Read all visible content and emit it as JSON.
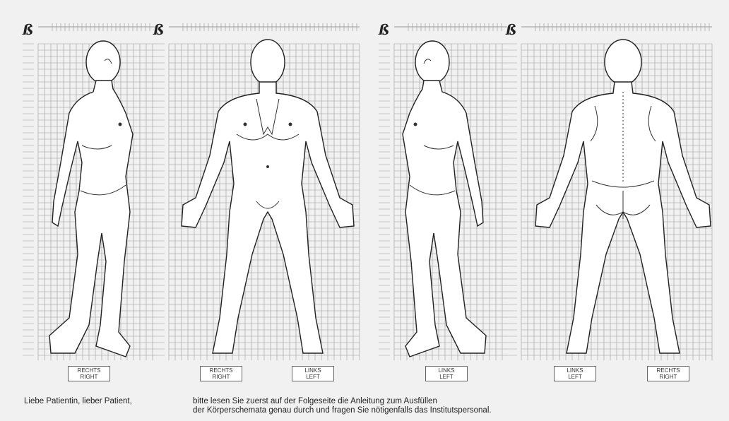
{
  "logo_glyph": "ß",
  "panels": [
    {
      "view": "side-right",
      "labels": [
        {
          "de": "RECHTS",
          "en": "RIGHT"
        }
      ]
    },
    {
      "view": "front",
      "labels": [
        {
          "de": "RECHTS",
          "en": "RIGHT"
        },
        {
          "de": "LINKS",
          "en": "LEFT"
        }
      ]
    },
    {
      "view": "side-left",
      "labels": [
        {
          "de": "LINKS",
          "en": "LEFT"
        }
      ]
    },
    {
      "view": "back",
      "labels": [
        {
          "de": "LINKS",
          "en": "LEFT"
        },
        {
          "de": "RECHTS",
          "en": "RIGHT"
        }
      ]
    }
  ],
  "footer": {
    "greeting": "Liebe Patientin, lieber Patient,",
    "line1": "bitte lesen Sie zuerst auf der Folgeseite die Anleitung zum Ausfüllen",
    "line2": "der Körperschemata genau durch und fragen Sie nötigenfalls das Institutspersonal."
  },
  "colors": {
    "grid": "#9a9a9a",
    "line": "#222222",
    "paper": "#f1f1f1"
  }
}
